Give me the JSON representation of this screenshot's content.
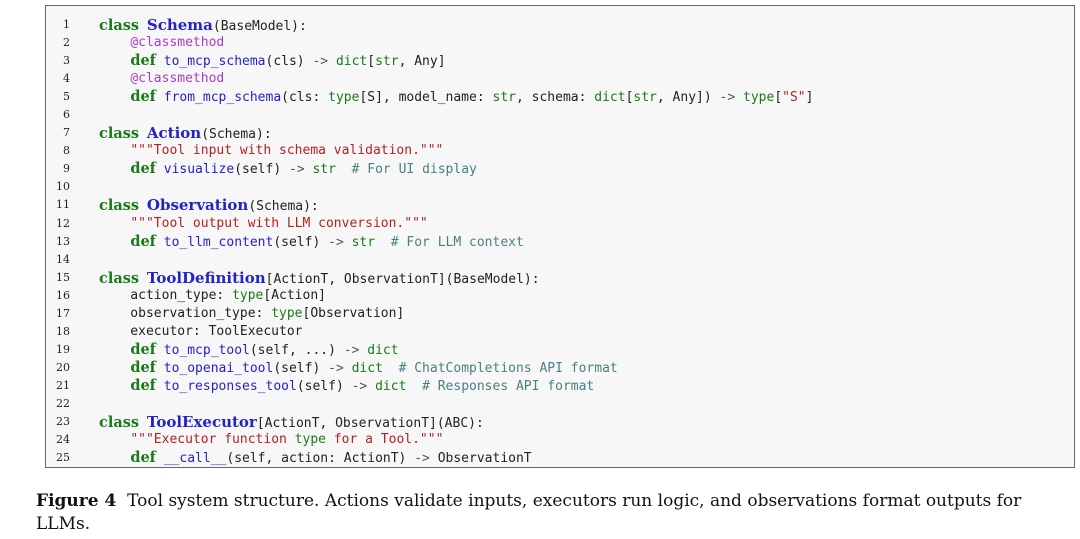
{
  "code_lines": [
    "class Schema(BaseModel):",
    "    @classmethod",
    "    def to_mcp_schema(cls) -> dict[str, Any]",
    "    @classmethod",
    "    def from_mcp_schema(cls: type[S], model_name: str, schema: dict[str, Any]) -> type[\"S\"]",
    "",
    "class Action(Schema):",
    "    \"\"\"Tool input with schema validation.\"\"\"",
    "    def visualize(self) -> str  # For UI display",
    "",
    "class Observation(Schema):",
    "    \"\"\"Tool output with LLM conversion.\"\"\"",
    "    def to_llm_content(self) -> str  # For LLM context",
    "",
    "class ToolDefinition[ActionT, ObservationT](BaseModel):",
    "    action_type: type[Action]",
    "    observation_type: type[Observation]",
    "    executor: ToolExecutor",
    "    def to_mcp_tool(self, ...) -> dict",
    "    def to_openai_tool(self) -> dict  # ChatCompletions API format",
    "    def to_responses_tool(self) -> dict  # Responses API format",
    "",
    "class ToolExecutor[ActionT, ObservationT](ABC):",
    "    \"\"\"Executor function type for a Tool.\"\"\"",
    "    def __call__(self, action: ActionT) -> ObservationT"
  ],
  "caption": {
    "figure_label": "Figure 4",
    "text": "Tool system structure. Actions validate inputs, executors run logic, and observations format outputs for LLMs."
  },
  "colors": {
    "keyword": "#1a7a1a",
    "class_name": "#2323c8",
    "decorator": "#a640c8",
    "string": "#b22222",
    "comment": "#4a8080"
  }
}
